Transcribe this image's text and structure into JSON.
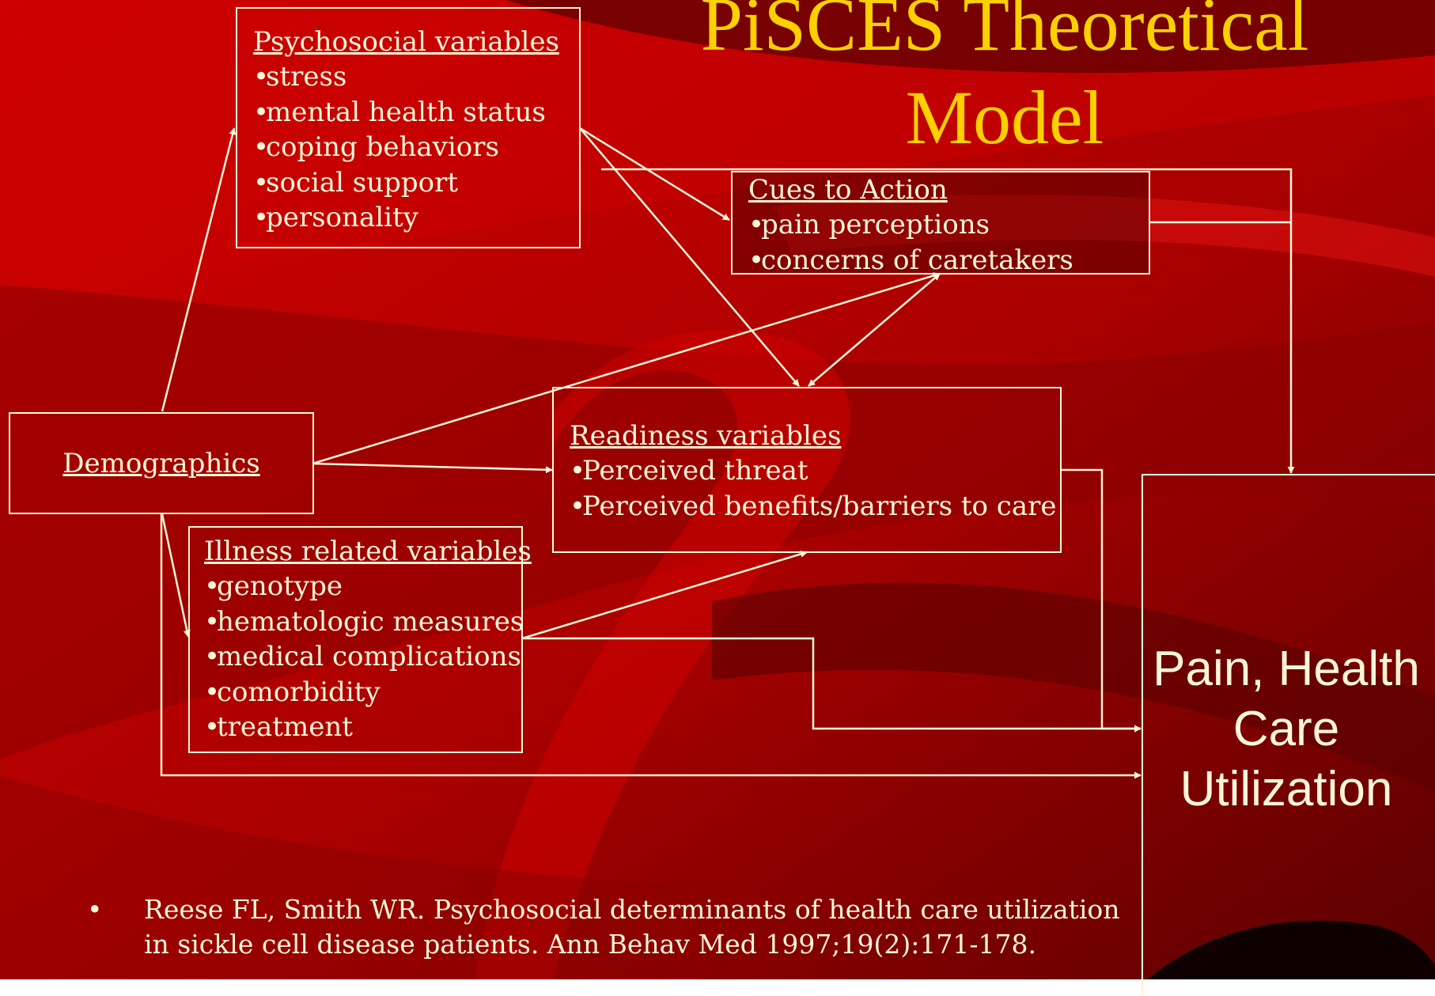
{
  "title": "PiSCES Theoretical Model",
  "boxes": {
    "psychosocial": {
      "title": "Psychosocial variables",
      "items": [
        "stress",
        "mental health status",
        "coping behaviors",
        "social support",
        "personality"
      ]
    },
    "cues": {
      "title": "Cues to Action",
      "items": [
        "pain perceptions",
        "concerns of caretakers"
      ]
    },
    "demographics": {
      "title": "Demographics"
    },
    "readiness": {
      "title": "Readiness variables",
      "items": [
        "Perceived threat",
        "Perceived benefits/barriers to care"
      ]
    },
    "illness": {
      "title": "Illness related variables",
      "items": [
        "genotype",
        "hematologic measures",
        "medical complications",
        "comorbidity",
        "treatment"
      ]
    },
    "outcome": {
      "title": "Pain, Health Care Utilization"
    }
  },
  "bullet_glyph": "•",
  "citation": {
    "bullet": "•",
    "text": "Reese FL, Smith WR. Psychosocial determinants of health care utilization in sickle cell disease patients. Ann Behav Med 1997;19(2):171-178."
  },
  "colors": {
    "background": "#c40000",
    "dark": "#4a0000",
    "title": "#ffd000",
    "line": "#fff6d8"
  }
}
